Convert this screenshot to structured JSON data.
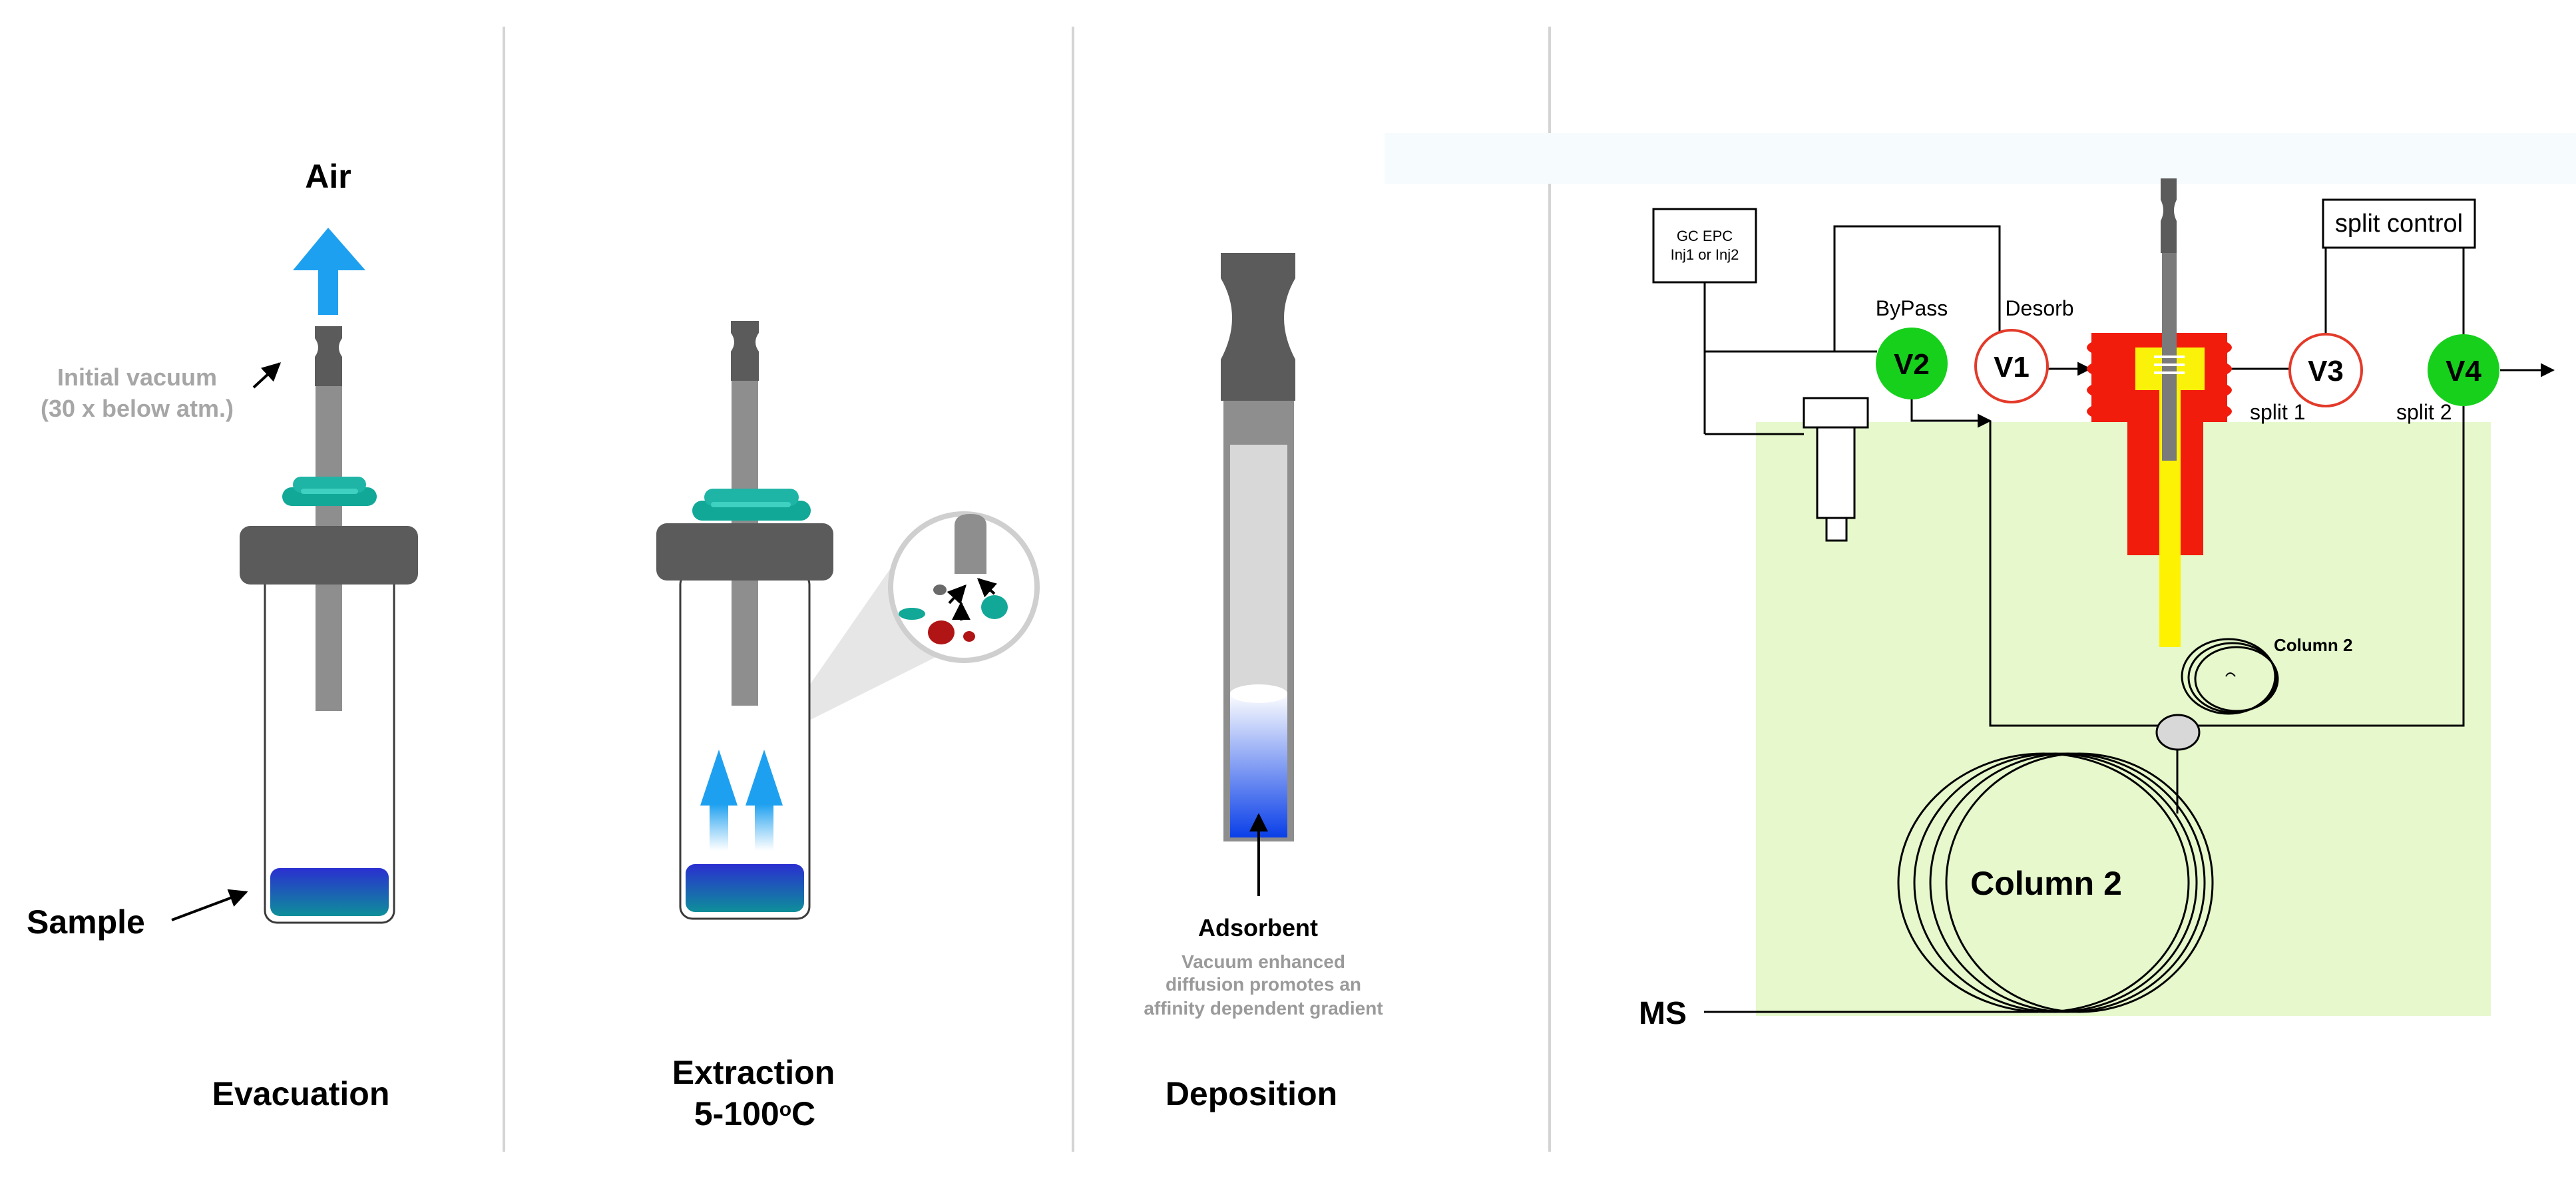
{
  "colors": {
    "arrow_blue": "#1ea0f0",
    "gray_dark": "#5b5b5b",
    "gray_mid": "#8e8e8e",
    "teal": "#1fb5a6",
    "sample_blue": "#2a2fd0",
    "green_oven": "#e6f8cc",
    "valve_green": "#16d01c",
    "valve_red": "#e33a2a",
    "injector_red": "#f21c0c",
    "injector_yellow": "#fbf20a",
    "divider": "#d4d4d4"
  },
  "panels": {
    "evacuation": {
      "title": "Evacuation",
      "air_label": "Air",
      "vacuum_label_line1": "Initial vacuum",
      "vacuum_label_line2": "(30 x below atm.)",
      "sample_label": "Sample"
    },
    "extraction": {
      "title_line1": "Extraction",
      "title_line2_main": "5-100",
      "title_line2_sup": "o",
      "title_line2_tail": "C"
    },
    "deposition": {
      "title": "Deposition",
      "adsorbent_label": "Adsorbent",
      "caption_line1": "Vacuum enhanced",
      "caption_line2": "diffusion promotes an",
      "caption_line3": "affinity dependent gradient"
    },
    "gc": {
      "epc_line1": "GC EPC",
      "epc_line2": "Inj1 or Inj2",
      "bypass_label": "ByPass",
      "desorb_label": "Desorb",
      "split_control_label": "split control",
      "split1_label": "split 1",
      "split2_label": "split 2",
      "v1": "V1",
      "v2": "V2",
      "v3": "V3",
      "v4": "V4",
      "column_small_label": "Column 2",
      "column_large_label": "Column 2",
      "ms_label": "MS"
    }
  }
}
